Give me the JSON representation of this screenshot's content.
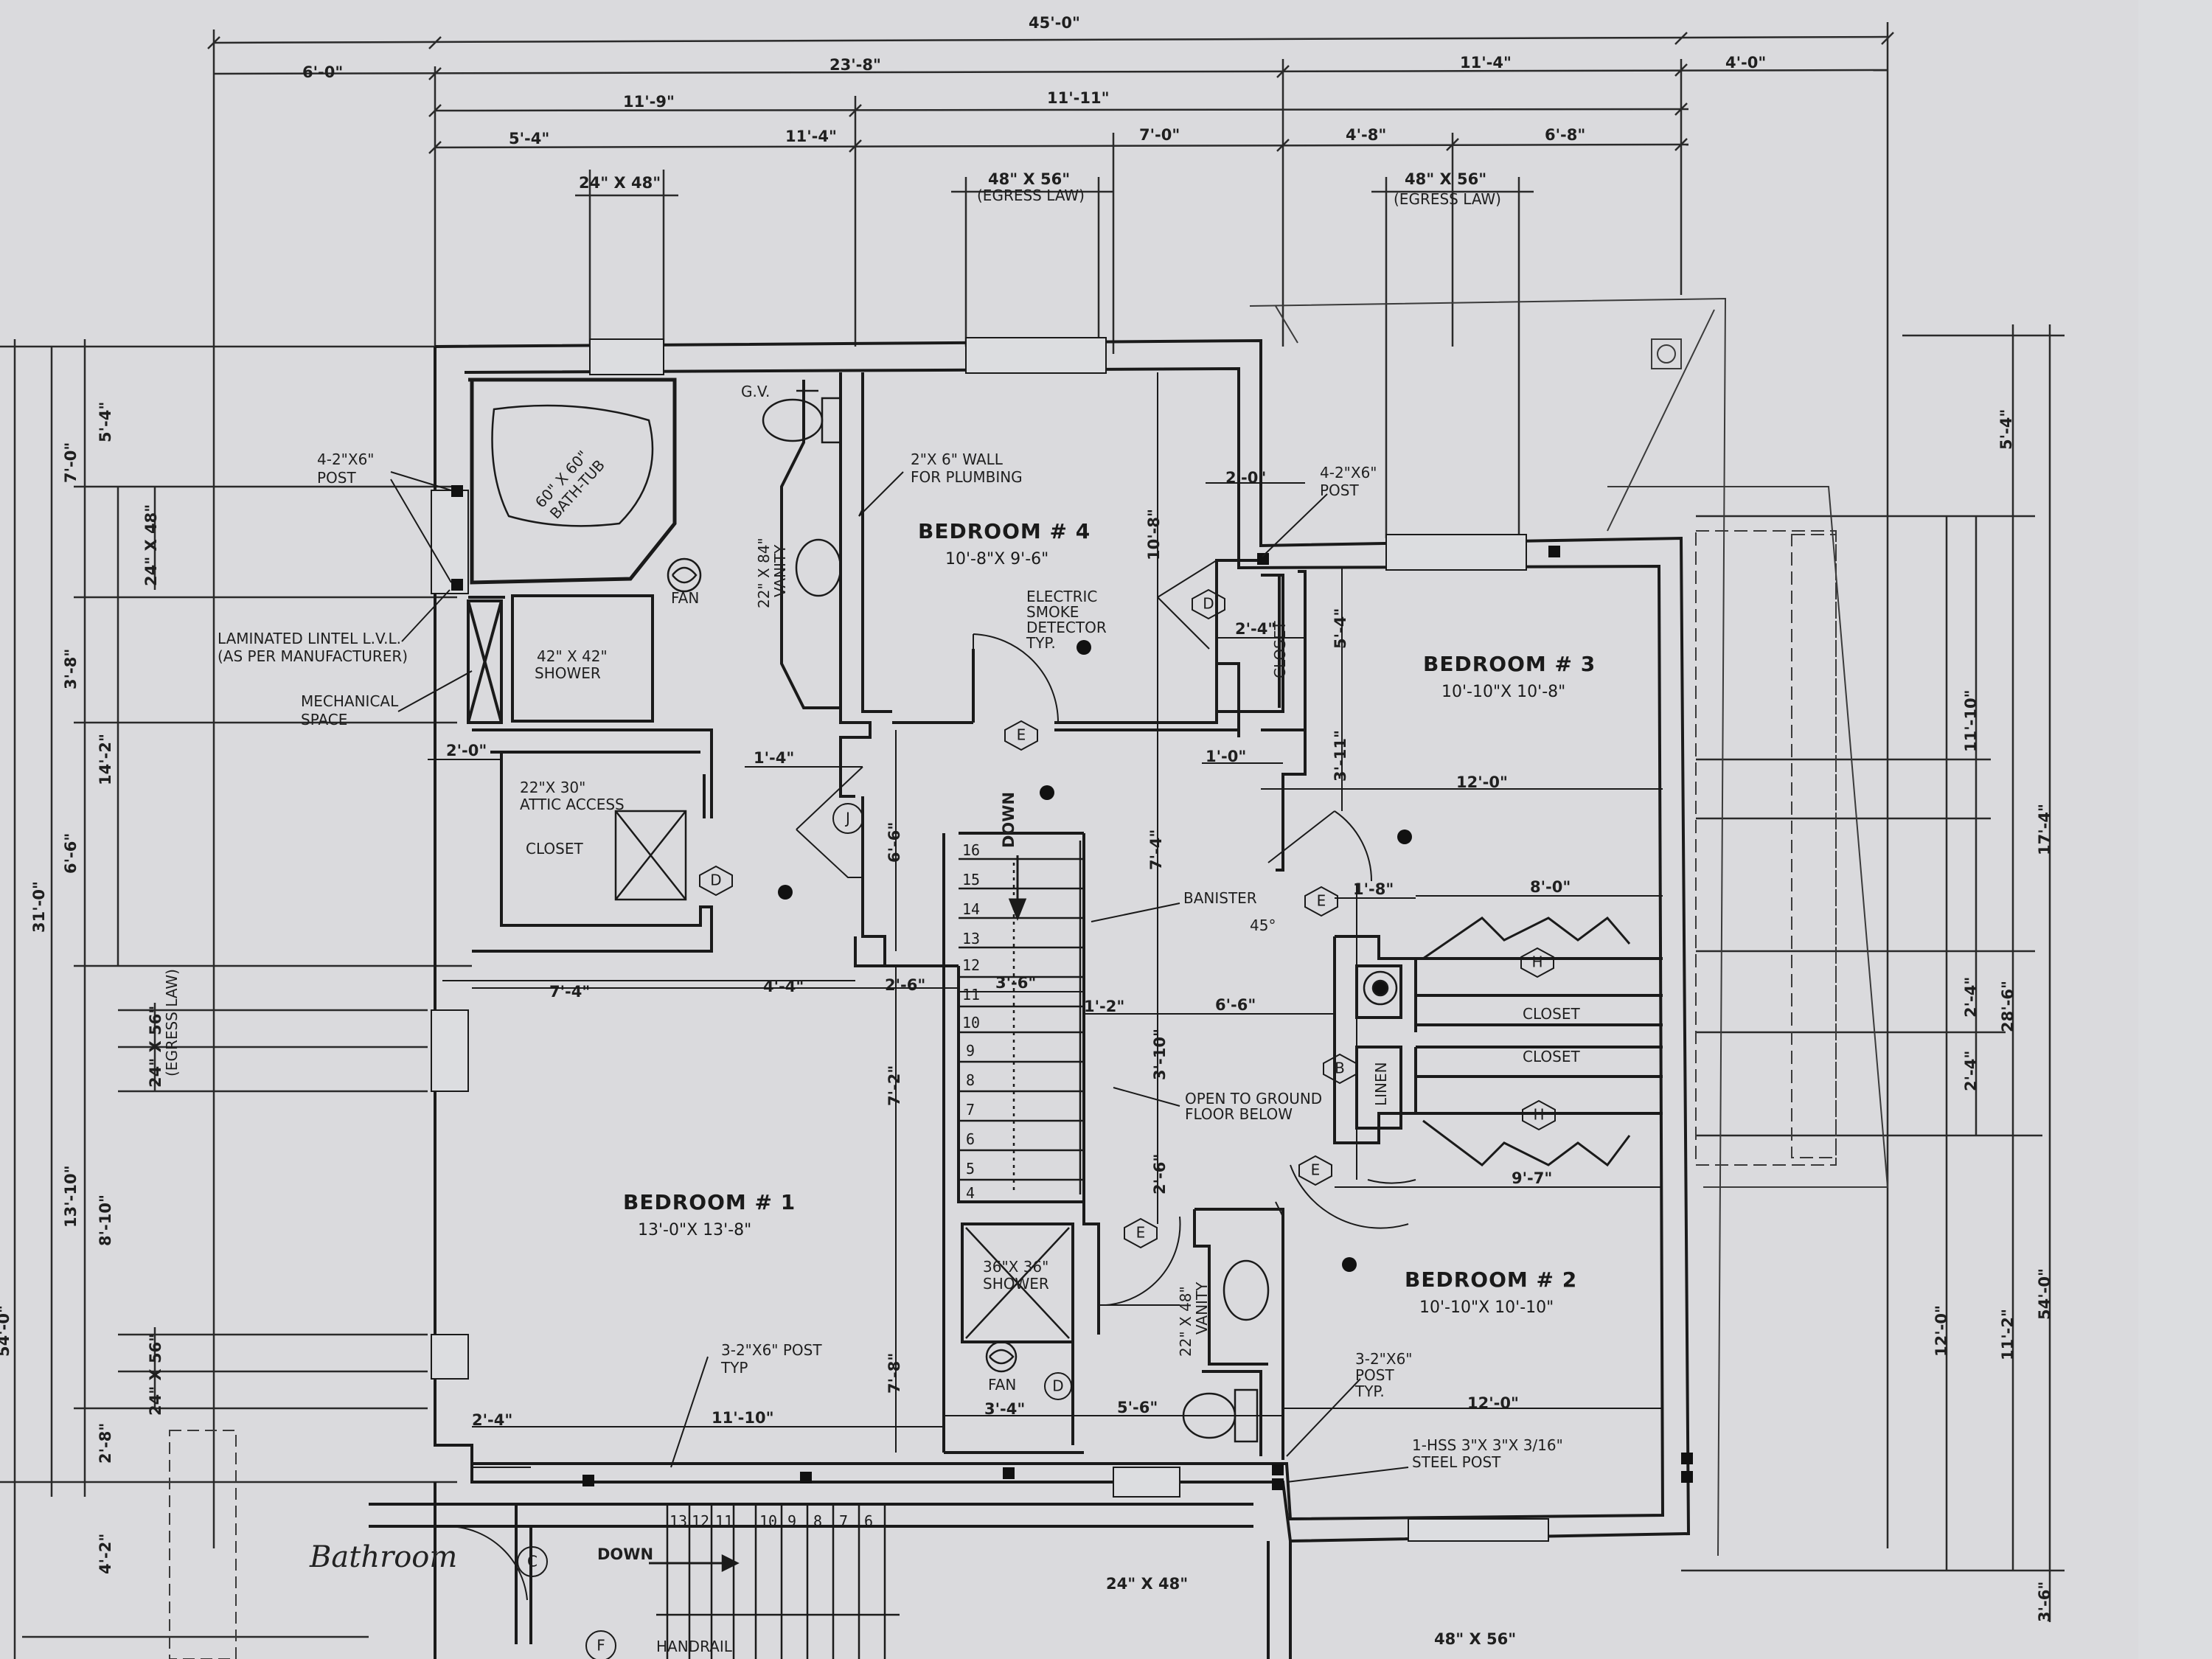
{
  "dimensions_top": {
    "overall": "45'-0\"",
    "row1": [
      "6'-0\"",
      "23'-8\"",
      "11'-4\"",
      "4'-0\""
    ],
    "row2": [
      "11'-9\"",
      "11'-11\""
    ],
    "row3": [
      "5'-4\"",
      "11'-4\"",
      "7'-0\"",
      "4'-8\"",
      "6'-8\""
    ]
  },
  "windows": {
    "w1": "24\" X 48\"",
    "w2": "48\" X 56\"",
    "w3": "48\" X 56\"",
    "egress": "(EGRESS LAW)",
    "bottom1": "24\" X 48\"",
    "bottom2": "48\" X 56\""
  },
  "dimensions_left": {
    "d1": "7'-0\"",
    "d2": "5'-4\"",
    "d3": "24\" X 48\"",
    "d4": "3'-8\"",
    "d5": "14'-2\"",
    "d6": "6'-6\"",
    "d7": "31'-0\"",
    "d8": "24\" X 56\"",
    "d8b": "(EGRESS LAW)",
    "d9": "13'-10\"",
    "d10": "8'-10\"",
    "d11": "24\" X 56\"",
    "d12": "2'-8\"",
    "d13": "4'-2\"",
    "d14": "54'-0\""
  },
  "dimensions_right": {
    "r1": "5'-4\"",
    "r2": "11'-10\"",
    "r3": "17'-4\"",
    "r4": "2'-4\"",
    "r5": "28'-6\"",
    "r6": "2'-4\"",
    "r7": "12'-0\"",
    "r8": "11'-2\"",
    "r9": "54'-0\"",
    "r10": "3'-6\""
  },
  "rooms": {
    "bedroom1": {
      "name": "BEDROOM # 1",
      "size": "13'-0\"X 13'-8\""
    },
    "bedroom2": {
      "name": "BEDROOM # 2",
      "size": "10'-10\"X 10'-10\""
    },
    "bedroom3": {
      "name": "BEDROOM # 3",
      "size": "10'-10\"X 10'-8\""
    },
    "bedroom4": {
      "name": "BEDROOM # 4",
      "size": "10'-8\"X 9'-6\""
    }
  },
  "notes": {
    "post_left": [
      "4-2\"X6\"",
      "POST"
    ],
    "post_right": [
      "4-2\"X6\"",
      "POST"
    ],
    "lintel": [
      "LAMINATED LINTEL L.V.L.",
      "(AS PER MANUFACTURER)"
    ],
    "mechanical": [
      "MECHANICAL",
      "SPACE"
    ],
    "bathtub": [
      "60\" X 60\"",
      "BATH-TUB"
    ],
    "shower1": [
      "42\" X 42\"",
      "SHOWER"
    ],
    "fan1": "FAN",
    "gv": "G.V.",
    "vanity1": [
      "22\" X 84\"",
      "VANITY"
    ],
    "plumbing_wall": [
      "2\"X 6\" WALL",
      "FOR PLUMBING"
    ],
    "smoke": [
      "ELECTRIC",
      "SMOKE",
      "DETECTOR",
      "TYP."
    ],
    "attic": [
      "22\"X 30\"",
      "ATTIC ACCESS"
    ],
    "closet1": "CLOSET",
    "closet_b3": "CLOSET",
    "closet_h1": "CLOSET",
    "closet_h2": "CLOSET",
    "linen": "LINEN",
    "banister": "BANISTER",
    "angle": "45°",
    "open_ground": [
      "OPEN TO GROUND",
      "FLOOR BELOW"
    ],
    "down1": "DOWN",
    "down2": "DOWN",
    "shower2": [
      "36\"X 36\"",
      "SHOWER"
    ],
    "fan2": "FAN",
    "vanity2": [
      "22\" X 48\"",
      "VANITY"
    ],
    "post3_left": [
      "3-2\"X6\" POST",
      "TYP"
    ],
    "post3_right": [
      "3-2\"X6\"",
      "POST",
      "TYP."
    ],
    "hss": [
      "1-HSS 3\"X 3\"X 3/16\"",
      "STEEL POST"
    ],
    "handrail": "HANDRAIL",
    "bathroom_hand": "Bathroom"
  },
  "interior_dims": {
    "i1": "2'-0\"",
    "i2": "1'-4\"",
    "i3": "6'-6\"",
    "i4": "7'-4\"",
    "i5": "4'-4\"",
    "i6": "2'-6\"",
    "i7": "3'-6\"",
    "i8": "1'-2\"",
    "i9": "6'-6\"",
    "i10": "3'-10\"",
    "i11": "7'-2\"",
    "i12": "7'-8\"",
    "i13": "2'-6\"",
    "i14": "11'-10\"",
    "i15": "2'-4\"",
    "i16": "3'-4\"",
    "i17": "5'-6\"",
    "i18": "12'-0\"",
    "i19": "10'-8\"",
    "i20": "7'-4\"",
    "i21": "2'-0\"",
    "i22": "2'-4\"",
    "i23": "5'-4\"",
    "i24": "1'-0\"",
    "i25": "3'-11\"",
    "i26": "12'-0\"",
    "i27": "1'-8\"",
    "i28": "8'-0\"",
    "i29": "9'-7\""
  },
  "stairs_main": [
    "16",
    "15",
    "14",
    "13",
    "12",
    "11",
    "10",
    "9",
    "8",
    "7",
    "6",
    "5",
    "4"
  ],
  "stairs_lower": [
    "13",
    "12",
    "11",
    "10",
    "9",
    "8",
    "7",
    "6"
  ],
  "tags": {
    "E": "E",
    "J": "J",
    "D": "D",
    "H": "H",
    "B": "B",
    "C": "C",
    "F": "F"
  }
}
